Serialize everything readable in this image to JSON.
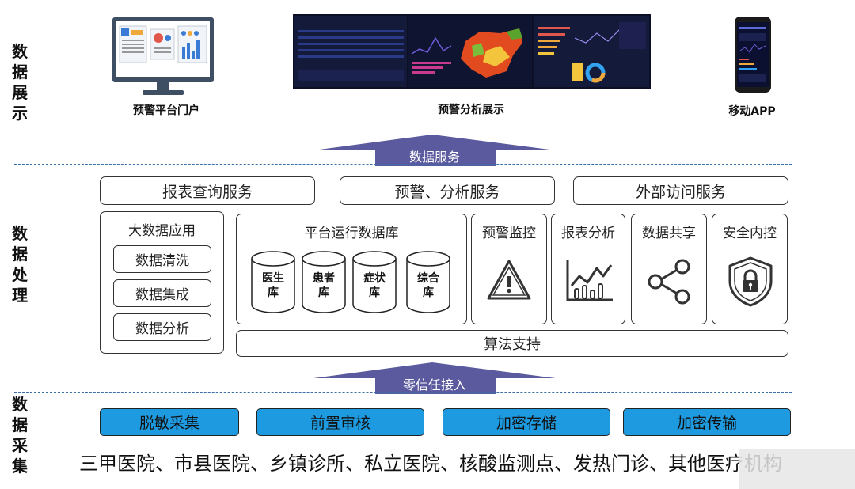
{
  "layers": {
    "display": "数据展示",
    "processing": "数据处理",
    "collection": "数据采集"
  },
  "display": {
    "portal_caption": "预警平台门户",
    "analysis_caption": "预警分析展示",
    "mobile_caption": "移动APP"
  },
  "arrows": {
    "data_service": "数据服务",
    "zero_trust": "零信任接入"
  },
  "services": [
    "报表查询服务",
    "预警、分析服务",
    "外部访问服务"
  ],
  "bigdata": {
    "title": "大数据应用",
    "items": [
      "数据清洗",
      "数据集成",
      "数据分析"
    ]
  },
  "platform_db": {
    "title": "平台运行数据库",
    "dbs": [
      {
        "l1": "医生",
        "l2": "库"
      },
      {
        "l1": "患者",
        "l2": "库"
      },
      {
        "l1": "症状",
        "l2": "库"
      },
      {
        "l1": "综合",
        "l2": "库"
      }
    ]
  },
  "modules": [
    {
      "title": "预警监控",
      "icon": "warning-icon"
    },
    {
      "title": "报表分析",
      "icon": "chart-icon"
    },
    {
      "title": "数据共享",
      "icon": "share-icon"
    },
    {
      "title": "安全内控",
      "icon": "shield-lock-icon"
    }
  ],
  "algorithm": "算法支持",
  "collection": [
    "脱敏采集",
    "前置审核",
    "加密存储",
    "加密传输"
  ],
  "sources": "三甲医院、市县医院、乡镇诊所、私立医院、核酸监测点、发热门诊、其他医疗机构",
  "colors": {
    "arrow": "#5b5a9e",
    "collect_fill": "#1e9ae0",
    "dash": "#3b6ea8"
  }
}
